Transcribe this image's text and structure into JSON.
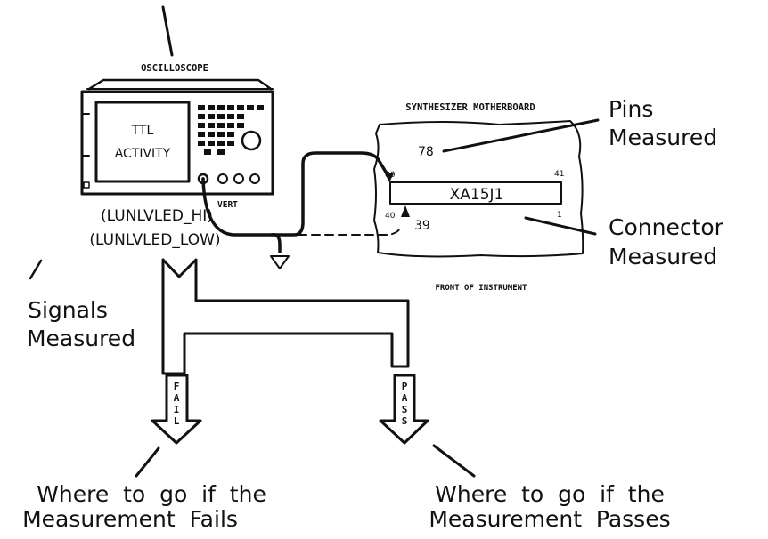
{
  "instrument": {
    "name": "OSCILLOSCOPE",
    "screen_line1": "TTL",
    "screen_line2": "ACTIVITY",
    "channel_label": "VERT"
  },
  "signals": {
    "signal_hi": "(LUNLVLED_HI)",
    "signal_low": "(LUNLVLED_LOW)",
    "caption_line1": "Signals",
    "caption_line2": "Measured"
  },
  "board": {
    "title": "SYNTHESIZER MOTHERBOARD",
    "connector_ref": "XA15J1",
    "pin_top": "78",
    "pin_bottom": "39",
    "corner_top_left": "80",
    "corner_top_right": "41",
    "corner_bottom_left": "40",
    "corner_bottom_right": "1",
    "footer": "FRONT OF INSTRUMENT"
  },
  "callouts": {
    "pins_line1": "Pins",
    "pins_line2": "Measured",
    "connector_line1": "Connector",
    "connector_line2": "Measured"
  },
  "outcomes": {
    "fail_label": "FAIL",
    "pass_label": "PASS",
    "fail_caption_line1": "Where  to  go  if  the",
    "fail_caption_line2": "Measurement  Fails",
    "pass_caption_line1": "Where  to  go  if  the",
    "pass_caption_line2": "Measurement  Passes"
  }
}
